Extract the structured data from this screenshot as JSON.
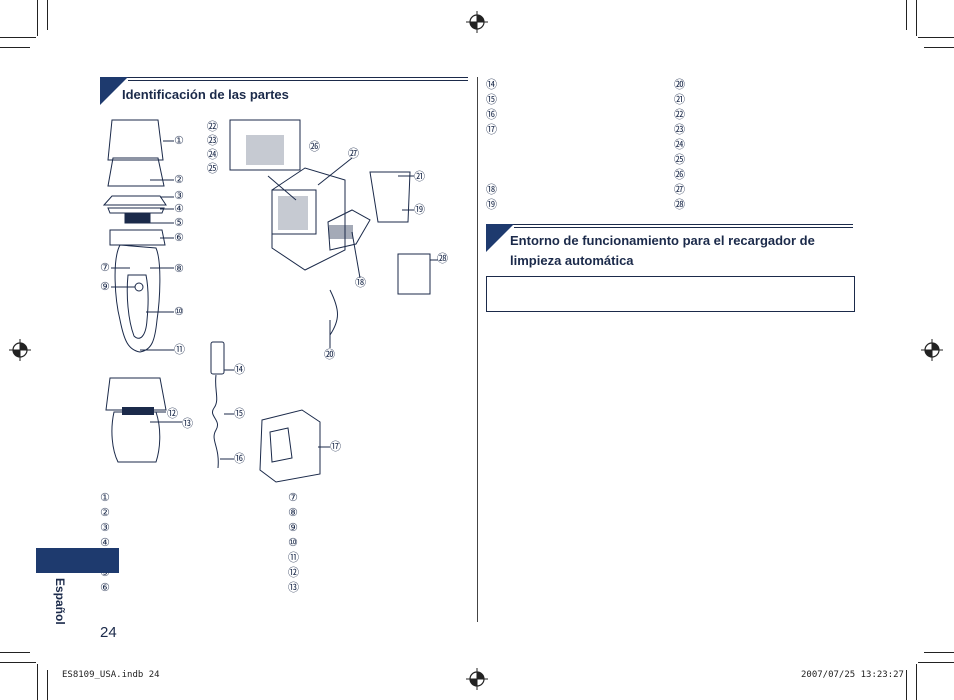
{
  "section1": {
    "title": "Identificación de las partes"
  },
  "section2": {
    "title_line1": "Entorno de funcionamiento para el recargador de",
    "title_line2": "limpieza automática"
  },
  "labels": [
    "①",
    "②",
    "③",
    "④",
    "⑤",
    "⑥",
    "⑦",
    "⑧",
    "⑨",
    "⑩",
    "⑪",
    "⑫",
    "⑬",
    "⑭",
    "⑮",
    "⑯",
    "⑰",
    "⑱",
    "⑲",
    "⑳",
    "㉑",
    "㉒",
    "㉓",
    "㉔",
    "㉕",
    "㉖",
    "㉗",
    "㉘"
  ],
  "list_left_a": [
    "①",
    "②",
    "③",
    "④",
    "",
    "⑤",
    "⑥"
  ],
  "list_left_b": [
    "⑦",
    "⑧",
    "⑨",
    "⑩",
    "⑪",
    "⑫",
    "⑬"
  ],
  "list_right_a": [
    "⑭",
    "⑮",
    "⑯",
    "⑰",
    "",
    "",
    "",
    "⑱",
    "⑲"
  ],
  "list_right_b": [
    "⑳",
    "㉑",
    "㉒",
    "㉓",
    "㉔",
    "㉕",
    "㉖",
    "㉗",
    "㉘"
  ],
  "sidebar": {
    "language": "Español",
    "page_number": "24"
  },
  "footer": {
    "file": "ES8109_USA.indb   24",
    "datetime": "2007/07/25   13:23:27"
  },
  "colors": {
    "accent": "#1e3a6e",
    "ink": "#1b2a4a"
  }
}
